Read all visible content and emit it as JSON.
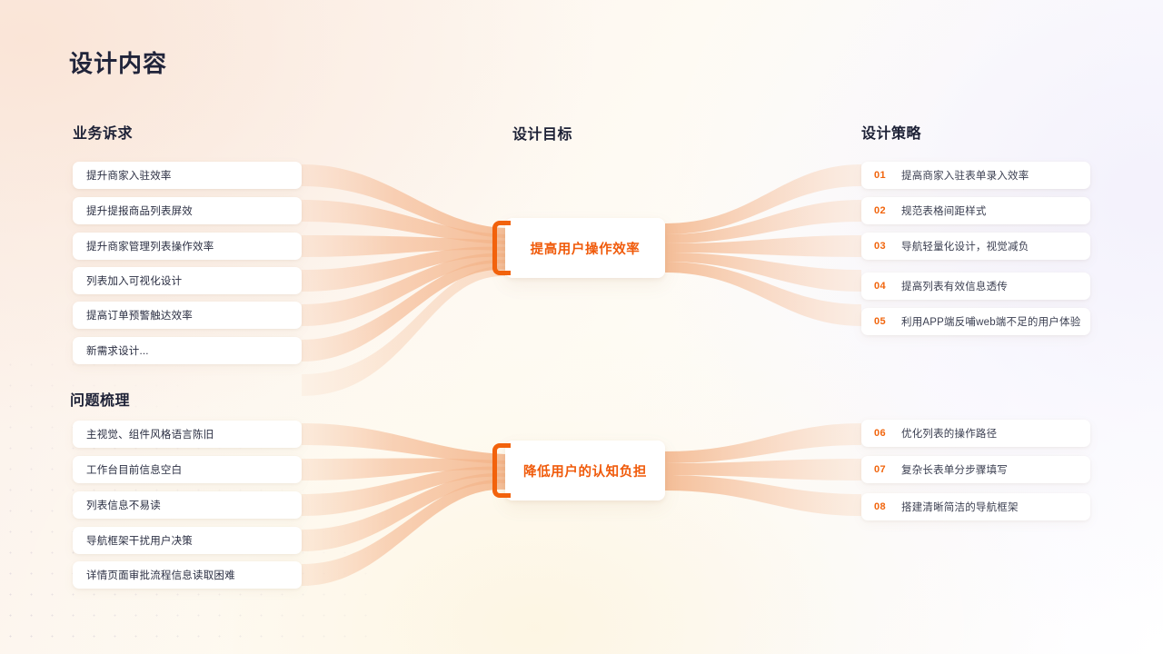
{
  "page": {
    "title": "设计内容"
  },
  "columns": {
    "left_header": "业务诉求",
    "left_header_2": "问题梳理",
    "middle_header": "设计目标",
    "right_header": "设计策略"
  },
  "business_needs": [
    {
      "label": "提升商家入驻效率"
    },
    {
      "label": "提升提报商品列表屏效"
    },
    {
      "label": "提升商家管理列表操作效率"
    },
    {
      "label": "列表加入可视化设计"
    },
    {
      "label": "提高订单预警触达效率"
    },
    {
      "label": "新需求设计..."
    }
  ],
  "problems": [
    {
      "label": "主视觉、组件风格语言陈旧"
    },
    {
      "label": "工作台目前信息空白"
    },
    {
      "label": "列表信息不易读"
    },
    {
      "label": "导航框架干扰用户决策"
    },
    {
      "label": "详情页面审批流程信息读取困难"
    }
  ],
  "goals": [
    {
      "label": "提高用户操作效率"
    },
    {
      "label": "降低用户的认知负担"
    }
  ],
  "strategies": [
    {
      "num": "01",
      "label": "提高商家入驻表单录入效率"
    },
    {
      "num": "02",
      "label": "规范表格间距样式"
    },
    {
      "num": "03",
      "label": "导航轻量化设计，视觉减负"
    },
    {
      "num": "04",
      "label": "提高列表有效信息透传"
    },
    {
      "num": "05",
      "label": "利用APP端反哺web端不足的用户体验"
    },
    {
      "num": "06",
      "label": "优化列表的操作路径"
    },
    {
      "num": "07",
      "label": "复杂长表单分步骤填写"
    },
    {
      "num": "08",
      "label": "搭建清晰简洁的导航框架"
    }
  ],
  "colors": {
    "accent": "#f2620c",
    "accent_text": "#f05a0a",
    "title_text": "#20243a",
    "body_text": "#2a2e42",
    "ribbon": "#f6bf9b",
    "background_warm": "#fbf0e9",
    "background_cool": "#f5f4fc"
  },
  "chart_data": {
    "type": "sankey",
    "title": "设计内容",
    "nodes": {
      "sources": [
        "提升商家入驻效率",
        "提升提报商品列表屏效",
        "提升商家管理列表操作效率",
        "列表加入可视化设计",
        "提高订单预警触达效率",
        "新需求设计...",
        "主视觉、组件风格语言陈旧",
        "工作台目前信息空白",
        "列表信息不易读",
        "导航框架干扰用户决策",
        "详情页面审批流程信息读取困难"
      ],
      "middle": [
        "提高用户操作效率",
        "降低用户的认知负担"
      ],
      "targets": [
        "提高商家入驻表单录入效率",
        "规范表格间距样式",
        "导航轻量化设计，视觉减负",
        "提高列表有效信息透传",
        "利用APP端反哺web端不足的用户体验",
        "优化列表的操作路径",
        "复杂长表单分步骤填写",
        "搭建清晰简洁的导航框架"
      ]
    },
    "links": [
      {
        "from": "提升商家入驻效率",
        "to": "提高用户操作效率"
      },
      {
        "from": "提升提报商品列表屏效",
        "to": "提高用户操作效率"
      },
      {
        "from": "提升商家管理列表操作效率",
        "to": "提高用户操作效率"
      },
      {
        "from": "列表加入可视化设计",
        "to": "提高用户操作效率"
      },
      {
        "from": "提高订单预警触达效率",
        "to": "提高用户操作效率"
      },
      {
        "from": "新需求设计...",
        "to": "提高用户操作效率"
      },
      {
        "from": "主视觉、组件风格语言陈旧",
        "to": "降低用户的认知负担"
      },
      {
        "from": "工作台目前信息空白",
        "to": "降低用户的认知负担"
      },
      {
        "from": "列表信息不易读",
        "to": "降低用户的认知负担"
      },
      {
        "from": "导航框架干扰用户决策",
        "to": "降低用户的认知负担"
      },
      {
        "from": "详情页面审批流程信息读取困难",
        "to": "降低用户的认知负担"
      },
      {
        "from": "提高用户操作效率",
        "to": "提高商家入驻表单录入效率"
      },
      {
        "from": "提高用户操作效率",
        "to": "规范表格间距样式"
      },
      {
        "from": "提高用户操作效率",
        "to": "导航轻量化设计，视觉减负"
      },
      {
        "from": "提高用户操作效率",
        "to": "提高列表有效信息透传"
      },
      {
        "from": "提高用户操作效率",
        "to": "利用APP端反哺web端不足的用户体验"
      },
      {
        "from": "降低用户的认知负担",
        "to": "优化列表的操作路径"
      },
      {
        "from": "降低用户的认知负担",
        "to": "复杂长表单分步骤填写"
      },
      {
        "from": "降低用户的认知负担",
        "to": "搭建清晰简洁的导航框架"
      }
    ]
  }
}
